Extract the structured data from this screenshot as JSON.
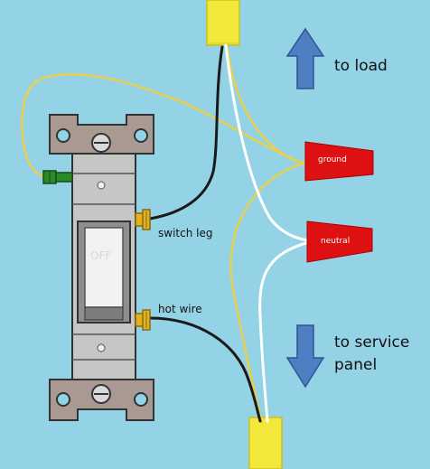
{
  "diagram": {
    "labels": {
      "to_load": "to load",
      "to_service_line1": "to service",
      "to_service_line2": "panel",
      "switch_leg": "switch leg",
      "hot_wire": "hot wire",
      "ground_nut": "ground",
      "neutral_nut": "neutral",
      "toggle_state": "OFF"
    },
    "colors": {
      "background": "#94d3e6",
      "switch_body": "#c6c6c6",
      "yoke": "#a89a92",
      "wire_ground": "#e8cf4e",
      "wire_neutral": "#ffffff",
      "wire_hot": "#1a1a1a",
      "wire_nut": "#dd1111",
      "arrow": "#4f7ec2",
      "screw_brass": "#e2b221",
      "screw_green": "#2a8a2a",
      "cable_sheath": "#f2e83a"
    },
    "icons": {
      "up_arrow": "arrow-up-icon",
      "down_arrow": "arrow-down-icon"
    }
  }
}
